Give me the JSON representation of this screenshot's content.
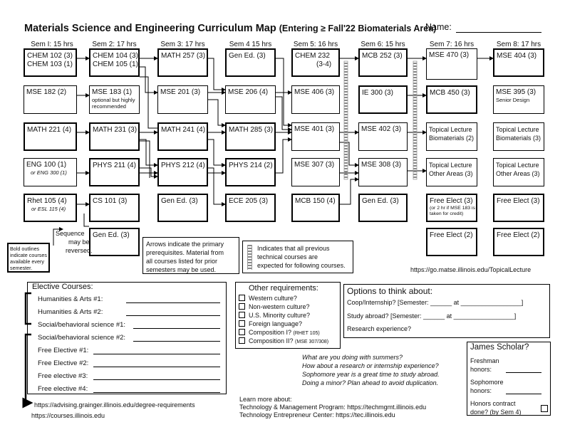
{
  "header": {
    "title": "Materials Science and Engineering Curriculum Map",
    "subtitle": "(Entering ≥ Fall'22 Biomaterials Area)",
    "name_label": "Name:"
  },
  "semesters": [
    "Sem I: 15 hrs",
    "Sem 2:  17 hrs",
    "Sem 3:  17 hrs",
    "Sem 4  15 hrs",
    "Sem 5:  16 hrs",
    "Sem 6:  15 hrs",
    "Sem 7:  16 hrs",
    "Sem 8:  17 hrs"
  ],
  "courses": {
    "chem102": "CHEM 102 (3)",
    "chem103": "CHEM 103 (1)",
    "mse182": "MSE 182 (2)",
    "math221": "MATH 221 (4)",
    "eng100": "ENG 100  (1)",
    "eng100_alt": "or ENG 300 (1)",
    "rhet105": "Rhet 105  (4)",
    "rhet105_alt": "or ESL 115 (4)",
    "chem104": "CHEM 104 (3)",
    "chem105": "CHEM 105 (1)",
    "mse183": "MSE 183 (1)",
    "mse183_note": "optional but highly recommended",
    "math231": "MATH 231 (3)",
    "phys211": "PHYS 211  (4)",
    "cs101": "CS 101 (3)",
    "gened_s2": "Gen Ed.  (3)",
    "math257": "MATH 257  (3)",
    "mse201": "MSE 201 (3)",
    "math241": "MATH 241 (4)",
    "phys212": "PHYS 212 (4)",
    "gened_s3": "Gen Ed.  (3)",
    "gened_s4": "Gen Ed.  (3)",
    "mse206": "MSE 206 (4)",
    "math285": "MATH 285 (3)",
    "phys214": "PHYS 214 (2)",
    "ece205": "ECE 205 (3)",
    "chem232": "CHEM 232",
    "chem232_hrs": "(3-4)",
    "mse406": "MSE 406 (3)",
    "mse401": "MSE 401 (3)",
    "mse307": "MSE 307 (3)",
    "mcb150": "MCB 150 (4)",
    "mcb252": "MCB 252 (3)",
    "ie300": "IE 300 (3)",
    "mse402": "MSE 402 (3)",
    "mse308": "MSE 308  (3)",
    "gened_s6": "Gen Ed.  (3)",
    "mse470": "MSE 470 (3)",
    "mcb450": "MCB 450 (3)",
    "tl_bio7_a": "Topical Lecture",
    "tl_bio7_b": "Biomaterials (2)",
    "tl_other7_a": "Topical Lecture",
    "tl_other7_b": "Other Areas  (3)",
    "free7": "Free Elect (3)",
    "free7_note": "(or 2 hr if MSE 183 is taken for credit)",
    "free7b": "Free Elect (2)",
    "mse404": "MSE 404 (3)",
    "mse395": "MSE 395 (3)",
    "mse395_note": "Senior Design",
    "tl_bio8_a": "Topical Lecture",
    "tl_bio8_b": "Biomaterials (3)",
    "tl_other8_a": "Topical Lecture",
    "tl_other8_b": "Other Areas  (3)",
    "free8": "Free Elect (3)",
    "free8b": "Free Elect (2)"
  },
  "legend": {
    "bold_outlines": "Bold outlines indicate courses available every semester.",
    "sequence_1": "Sequence",
    "sequence_2": "may be",
    "sequence_3": "reversed.",
    "arrows_1": "Arrows indicate the primary",
    "arrows_2": "prerequisites. Material from",
    "arrows_3": "all courses listed for prior",
    "arrows_4": "semesters may be used.",
    "dash_1": "Indicates that all previous",
    "dash_2": "technical courses are",
    "dash_3": "expected for following courses.",
    "topical_url": "https://go.matse.illinois.edu/TopicalLecture"
  },
  "electives": {
    "title": "Elective Courses:",
    "items": [
      "Humanities & Arts #1:",
      "Humanities & Arts #2:",
      "Social/behavioral science #1:",
      "Social/behavioral science #2:",
      "Free Elective #1:",
      "Free Elective #2:",
      "Free elective #3:",
      "Free elective #4:"
    ]
  },
  "other_req": {
    "title": "Other requirements:",
    "items": [
      "Western culture?",
      "Non-western culture?",
      "U.S. Minority culture?",
      "Foreign language?",
      "Composition I?",
      "Composition II?"
    ],
    "comp1_note": "(RHET 105)",
    "comp2_note": "(MSE 307/308)"
  },
  "options": {
    "title": "Options to think about:",
    "coop": "Coop/Internship?  [Semester: ______ at _________________]",
    "abroad": "Study abroad?      [Semester: ______ at _________________]",
    "research": "Research experience?"
  },
  "summers": {
    "l1": "What are you doing with summers?",
    "l2": "How about a research or internship experience?",
    "l3": "Sophomore year is a great time to study abroad.",
    "l4": "Doing a minor?  Plan ahead to avoid duplication."
  },
  "scholar": {
    "title": "James Scholar?",
    "freshman_1": "Freshman",
    "freshman_2": "honors:",
    "soph_1": "Sophomore",
    "soph_2": "honors:",
    "contract_1": "Honors contract",
    "contract_2": "done? (by Sem 4)"
  },
  "learn": {
    "title": "Learn more about:",
    "tmp": "Technology & Management Program:  https://techmgmt.illinois.edu",
    "tec": "Technology Entrepreneur Center:  https://tec.illinois.edu"
  },
  "links": {
    "advising": "https://advising.grainger.illinois.edu/degree-requirements",
    "courses": "https://courses.illinois.edu"
  }
}
